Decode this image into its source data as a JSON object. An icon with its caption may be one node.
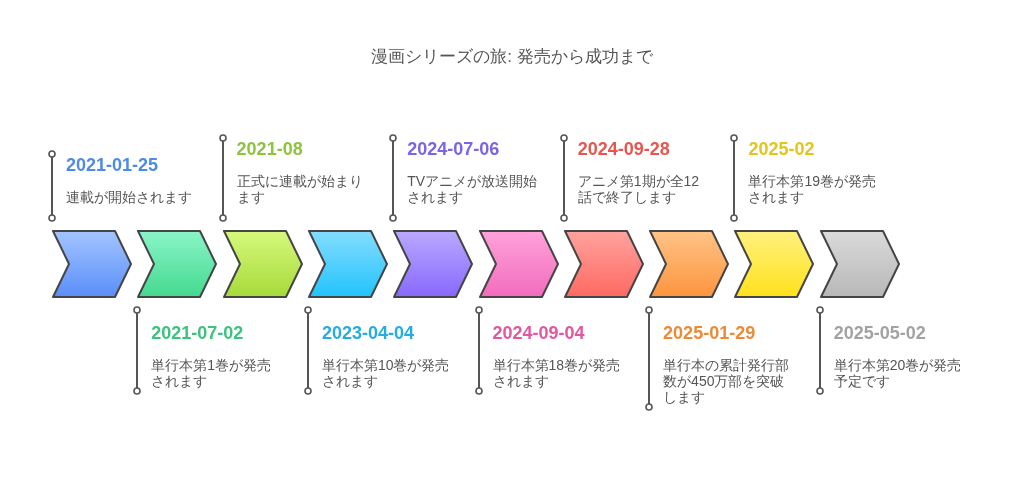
{
  "diagram": {
    "title": "漫画シリーズの旅: 発売から成功まで",
    "nodes": [
      {
        "text": [],
        "shape": "chevron",
        "beside": [
          "2021-01-25",
          "連載が開始されます"
        ]
      },
      {
        "text": [],
        "shape": "chevron",
        "beside": [
          "2021-07-02",
          "単行本第1巻が発売されます"
        ]
      },
      {
        "text": [],
        "shape": "chevron",
        "beside": [
          "2021-08",
          "正式に連載が始まります"
        ]
      },
      {
        "text": [],
        "shape": "chevron",
        "beside": [
          "2023-04-04",
          "単行本第10巻が発売されます"
        ]
      },
      {
        "text": [],
        "shape": "chevron",
        "beside": [
          "2024-07-06",
          "TVアニメが放送開始されます"
        ]
      },
      {
        "text": [],
        "shape": "chevron",
        "beside": [
          "2024-09-04",
          "単行本第18巻が発売されます"
        ]
      },
      {
        "text": [],
        "shape": "chevron",
        "beside": [
          "2024-09-28",
          "アニメ第1期が全12話で終了します"
        ]
      },
      {
        "text": [],
        "shape": "chevron",
        "beside": [
          "2025-01-29",
          "単行本の累計発行部数が450万部を突破します"
        ]
      },
      {
        "text": [],
        "shape": "chevron",
        "beside": [
          "2025-02",
          "単行本第19巻が発売されます"
        ]
      },
      {
        "text": [],
        "shape": "chevron",
        "beside": [
          "2025-05-02",
          "単行本第20巻が発売予定です"
        ]
      }
    ]
  }
}
